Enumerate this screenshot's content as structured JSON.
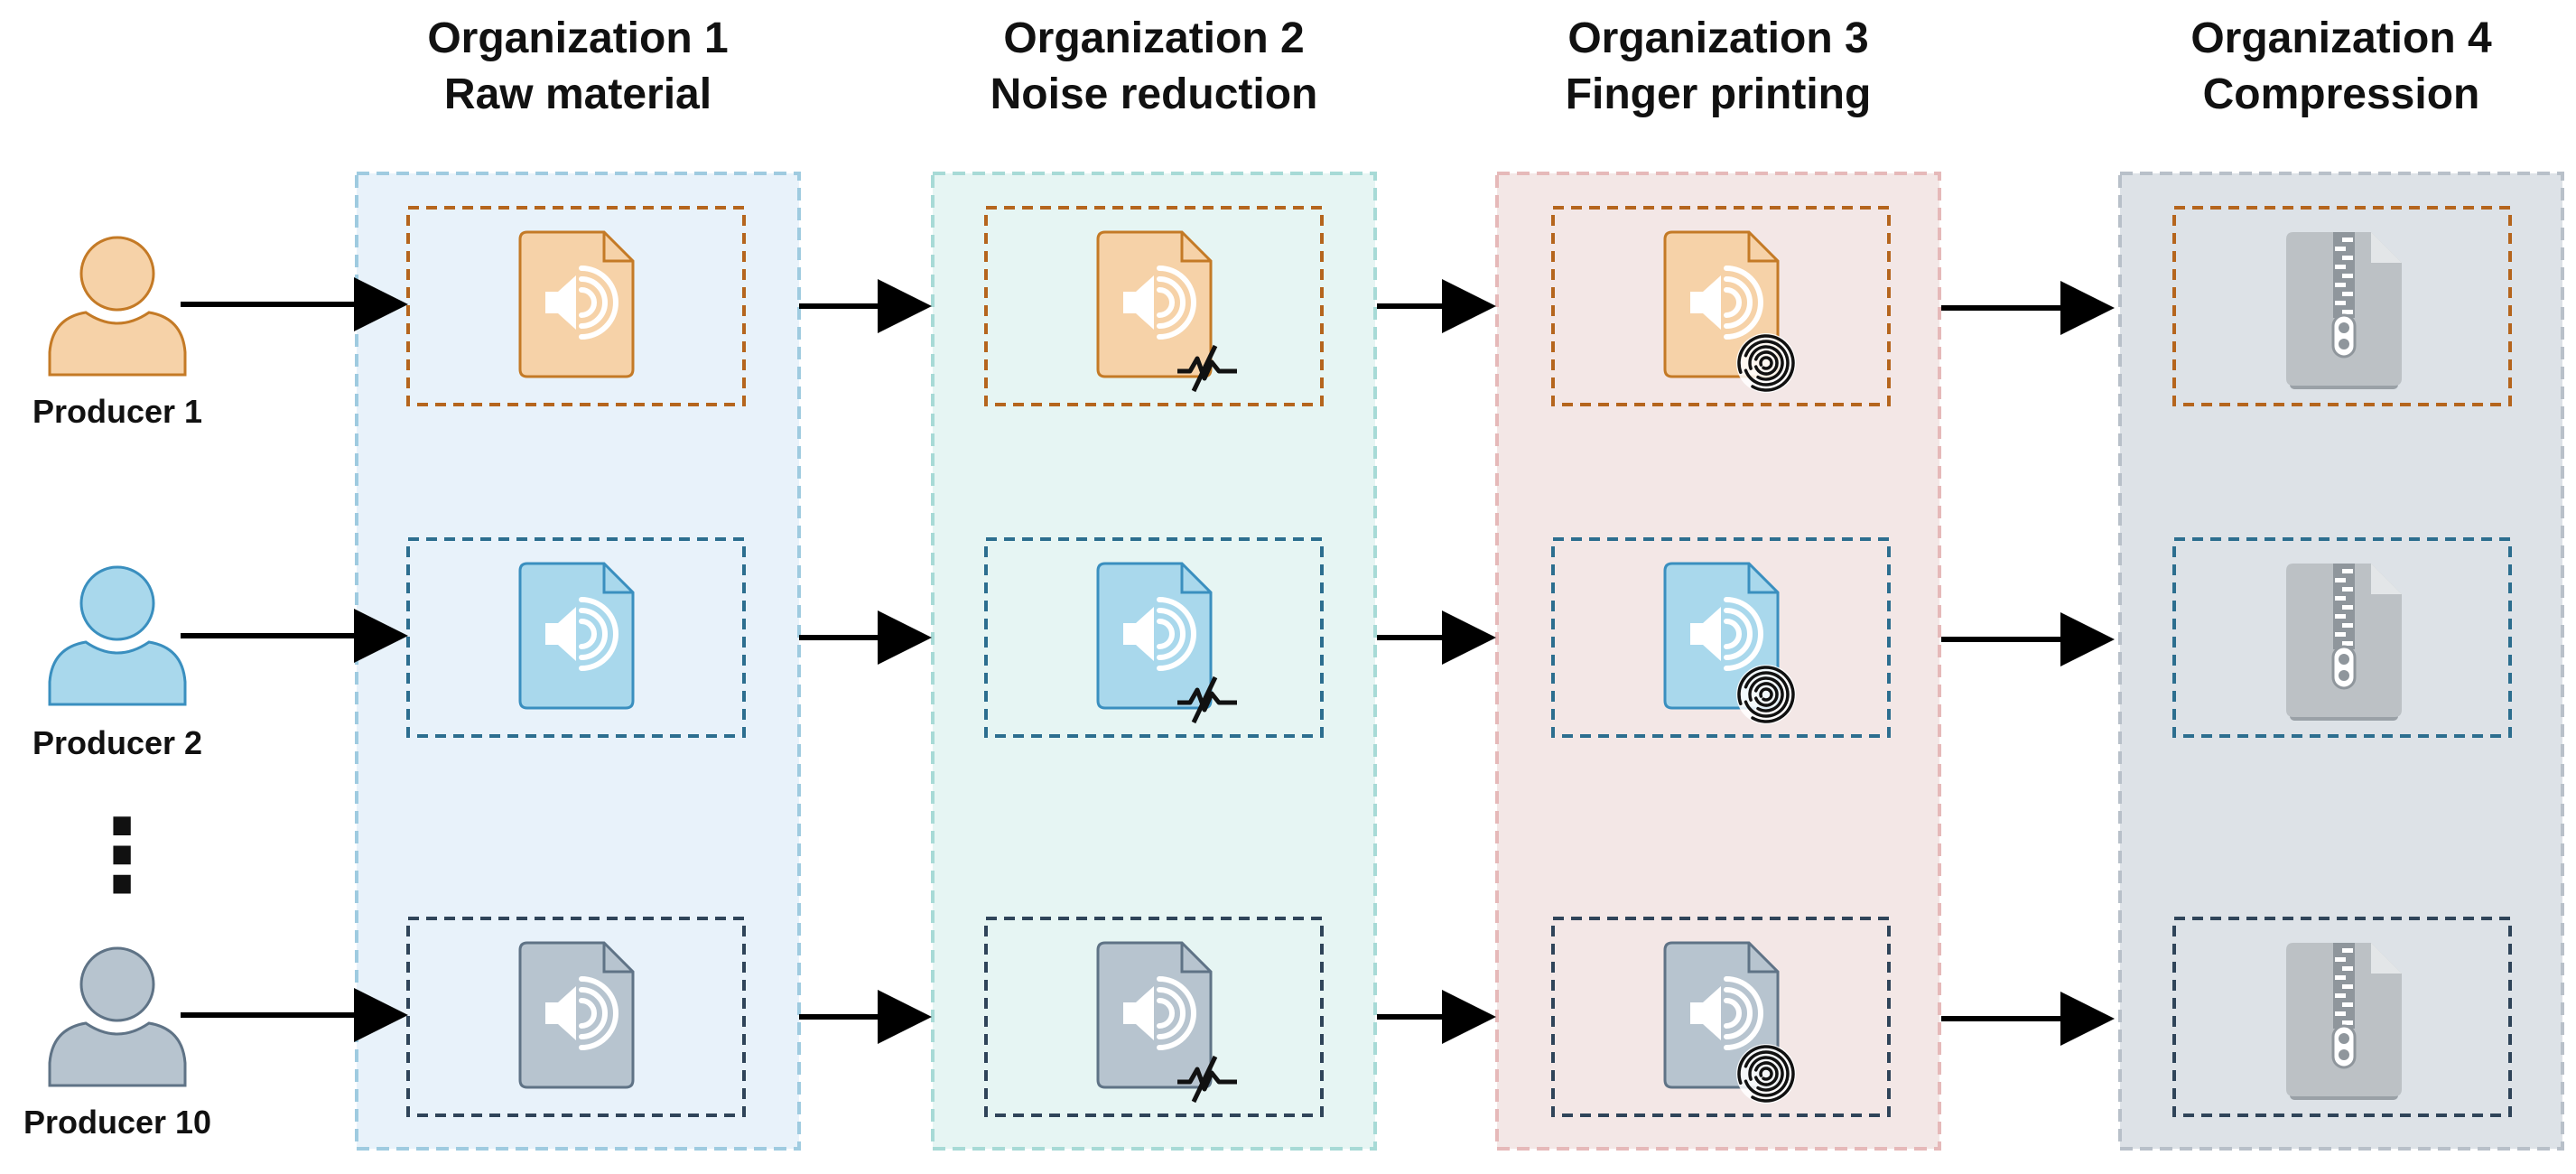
{
  "organizations": [
    {
      "name": "Organization 1",
      "role": "Raw material",
      "kind": "raw",
      "fill": "#e8f2fa",
      "border": "#9fcbe0"
    },
    {
      "name": "Organization 2",
      "role": "Noise reduction",
      "kind": "noise",
      "fill": "#e6f5f3",
      "border": "#a7dad6"
    },
    {
      "name": "Organization 3",
      "role": "Finger printing",
      "kind": "fingerprint",
      "fill": "#f3e7e6",
      "border": "#e6b9b9"
    },
    {
      "name": "Organization 4",
      "role": "Compression",
      "kind": "zip",
      "fill": "#dde2e7",
      "border": "#b8c0c9"
    }
  ],
  "producers": [
    {
      "label": "Producer 1",
      "color": "#f6d2a8",
      "stroke": "#c47a26",
      "box_border": "#b5651d"
    },
    {
      "label": "Producer 2",
      "color": "#a9d8ec",
      "stroke": "#3a8fbf",
      "box_border": "#2c6e8f"
    },
    {
      "label": "Producer 10",
      "color": "#b7c4cf",
      "stroke": "#5f7386",
      "box_border": "#2f4459"
    }
  ],
  "ellipsis": "⋮",
  "icons": {
    "producer": "user-icon",
    "file": "audio-file-icon",
    "noise": "noise-reduction-icon",
    "fingerprint": "fingerprint-icon",
    "compressed": "zip-file-icon"
  }
}
